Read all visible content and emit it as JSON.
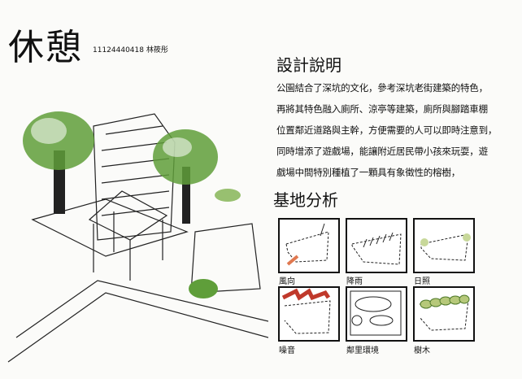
{
  "title": "休憩",
  "author": "11124440418 林筱彤",
  "design": {
    "heading": "設計說明",
    "lines": [
      "公園結合了深坑的文化，參考深坑老街建築的特色，",
      "再將其特色融入廁所、涼亭等建築，廁所與腳踏車棚",
      "位置鄰近道路與主幹，方便需要的人可以即時注意到，",
      "同時增添了遊戲場，能讓附近居民帶小孩來玩耍，遊",
      "戲場中間特別種植了一顆具有象徵性的榕樹，"
    ]
  },
  "site": {
    "heading": "基地分析",
    "cells": [
      {
        "label": "風向"
      },
      {
        "label": "降雨"
      },
      {
        "label": "日照"
      },
      {
        "label": "噪音"
      },
      {
        "label": "鄰里環境"
      },
      {
        "label": "樹木"
      }
    ]
  },
  "colors": {
    "tree": "#5f9e3a",
    "noise": "#c0392b",
    "wind": "#e07850"
  }
}
